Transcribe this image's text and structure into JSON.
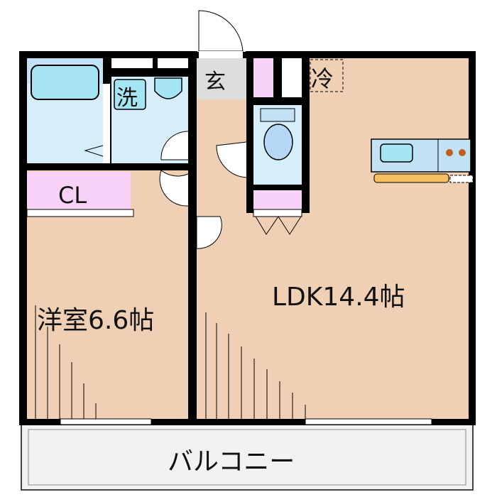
{
  "rooms": {
    "western": "洋室6.6帖",
    "ldk": "LDK14.4帖",
    "closet": "CL",
    "laundry": "洗",
    "entrance": "玄",
    "fridge": "冷",
    "balcony": "バルコニー"
  },
  "colors": {
    "floor": "#f0d0b4",
    "wet": "#d6eef9",
    "tub": "#a6e6f4",
    "storage": "#f9d2f8",
    "entry": "#dcdcdc",
    "wall": "#000000",
    "counter": "#f5c060"
  }
}
